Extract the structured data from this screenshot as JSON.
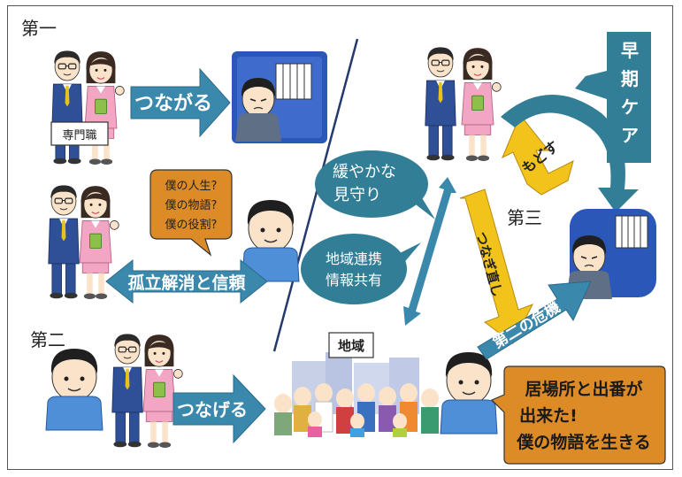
{
  "stages": {
    "first": "第一",
    "second": "第二",
    "third": "第三"
  },
  "labels": {
    "expert": "専門職",
    "tsunagaru": "つながる",
    "tsunageru": "つなげる",
    "isolation": "孤立解消と信頼",
    "questions": [
      "僕の人生?",
      "僕の物語?",
      "僕の役割?"
    ],
    "mimamori": [
      "緩やかな",
      "見守り"
    ],
    "renkei": [
      "地域連携",
      "情報共有"
    ],
    "tsunagi": "つなぎ直し",
    "modosu": "もどす",
    "early_care": [
      "早",
      "期",
      "ケ",
      "ア"
    ],
    "crisis": "第二の危機",
    "community": "地域",
    "result": [
      "居場所と出番が",
      "出来た!",
      "僕の物語を生きる"
    ]
  },
  "colors": {
    "blue_arrow": "#3b88ad",
    "teal_bubble": "#327e96",
    "yellow": "#f2c31b",
    "orange_box": "#dc8b27",
    "suit": "#2f4f97",
    "pink": "#f2a6c4",
    "room": "#2b57b9"
  }
}
